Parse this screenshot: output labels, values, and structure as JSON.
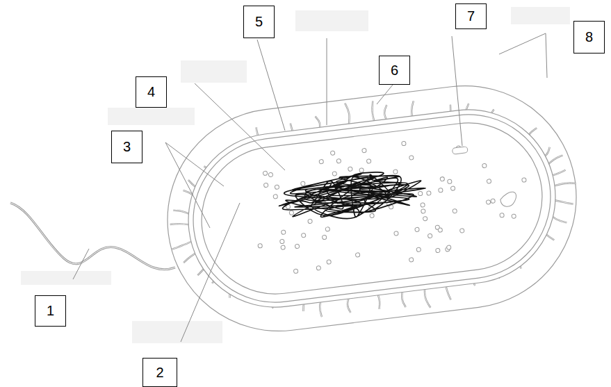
{
  "diagram": {
    "nodes": [
      {
        "text": [
          "7"
        ]
      },
      {
        "text": [
          "5"
        ]
      },
      {
        "text": [
          "8"
        ]
      },
      {
        "text": [
          "6"
        ]
      },
      {
        "text": [
          "4"
        ]
      },
      {
        "text": [
          "3"
        ]
      },
      {
        "text": [
          "1"
        ]
      },
      {
        "text": [
          "2"
        ]
      }
    ]
  }
}
